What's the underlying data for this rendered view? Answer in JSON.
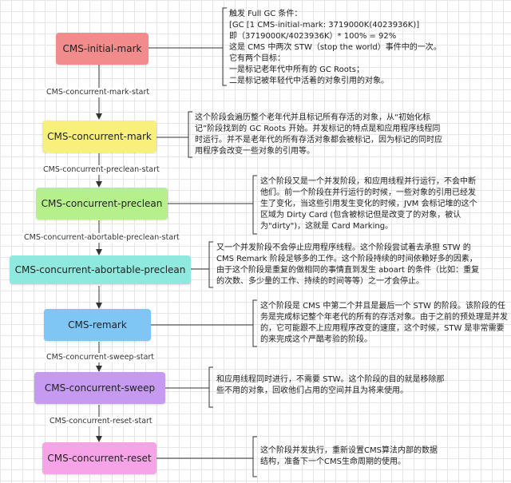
{
  "colors": {
    "initial_mark": "#f28b8b",
    "concurrent_mark": "#f7f07a",
    "preclean": "#b6f08a",
    "abortable_preclean": "#8fe9df",
    "remark": "#7fc6f5",
    "sweep": "#c79af2",
    "reset": "#f7a3e8",
    "arrow": "#333333"
  },
  "stages": {
    "initial_mark": "CMS-initial-mark",
    "concurrent_mark": "CMS-concurrent-mark",
    "preclean": "CMS-concurrent-preclean",
    "abortable_preclean": "CMS-concurrent-abortable-preclean",
    "remark": "CMS-remark",
    "sweep": "CMS-concurrent-sweep",
    "reset": "CMS-concurrent-reset"
  },
  "transitions": {
    "mark_start": "CMS-concurrent-mark-start",
    "preclean_start": "CMS-concurrent-preclean-start",
    "abortable_preclean_start": "CMS-concurrent-abortable-preclean-start",
    "sweep_start": "CMS-concurrent-sweep-start",
    "reset_start": "CMS-concurrent-reset-start"
  },
  "descriptions": {
    "initial_mark": "触发 Full GC 条件：\n[GC [1 CMS-initial-mark: 3719000K(4023936K)]\n即（3719000K/4023936K）* 100% = 92%\n这是 CMS 中两次 STW（stop the world）事件中的一次。\n它有两个目标：\n一是标记老年代中所有的 GC Roots；\n二是标记被年轻代中活着的对象引用的对象。",
    "concurrent_mark": "这个阶段会遍历整个老年代并且标记所有存活的对象，从“初始化标\n记”阶段找到的 GC Roots 开始。并发标记的特点是和应用程序线程同\n时运行。并不是老年代的所有存活对象都会被标记，因为标记的同时应\n用程序会改变一些对象的引用等。",
    "preclean": "这个阶段又是一个并发阶段，和应用线程并行运行，不会中断\n他们。前一个阶段在并行运行的时候，一些对象的引用已经发\n生了变化，当这些引用发生变化的时候，JVM 会标记堆的这个\n区域为 Dirty Card (包含被标记但是改变了的对象，被认\n为\"dirty\")，这就是 Card Marking。",
    "abortable_preclean": "又一个并发阶段不会停止应用程序线程。这个阶段尝试着去承担 STW 的\nCMS Remark 阶段足够多的工作。这个阶段持续的时间依赖好多的因素，\n由于这个阶段是重复的做相同的事情直到发生 aboart 的条件（比如：重复\n的次数、多少量的工作、持续的时间等等）之一才会停止。",
    "remark": "这个阶段是 CMS 中第二个并且是最后一个 STW 的阶段。该阶段的任\n务是完成标记整个年老代的所有的存活对象。由于之前的预处理是并发\n的，它可能跟不上应用程序改变的速度，这个时候，STW 是非常需要\n的来完成这个严酷考验的阶段。",
    "sweep": "和应用线程同时进行，不需要 STW。这个阶段的目的就是移除那\n些不用的对象，回收他们占用的空间并且为将来使用。",
    "reset": "这个阶段并发执行，重新设置CMS算法内部的数据\n结构，准备下一个CMS生命周期的使用。"
  }
}
